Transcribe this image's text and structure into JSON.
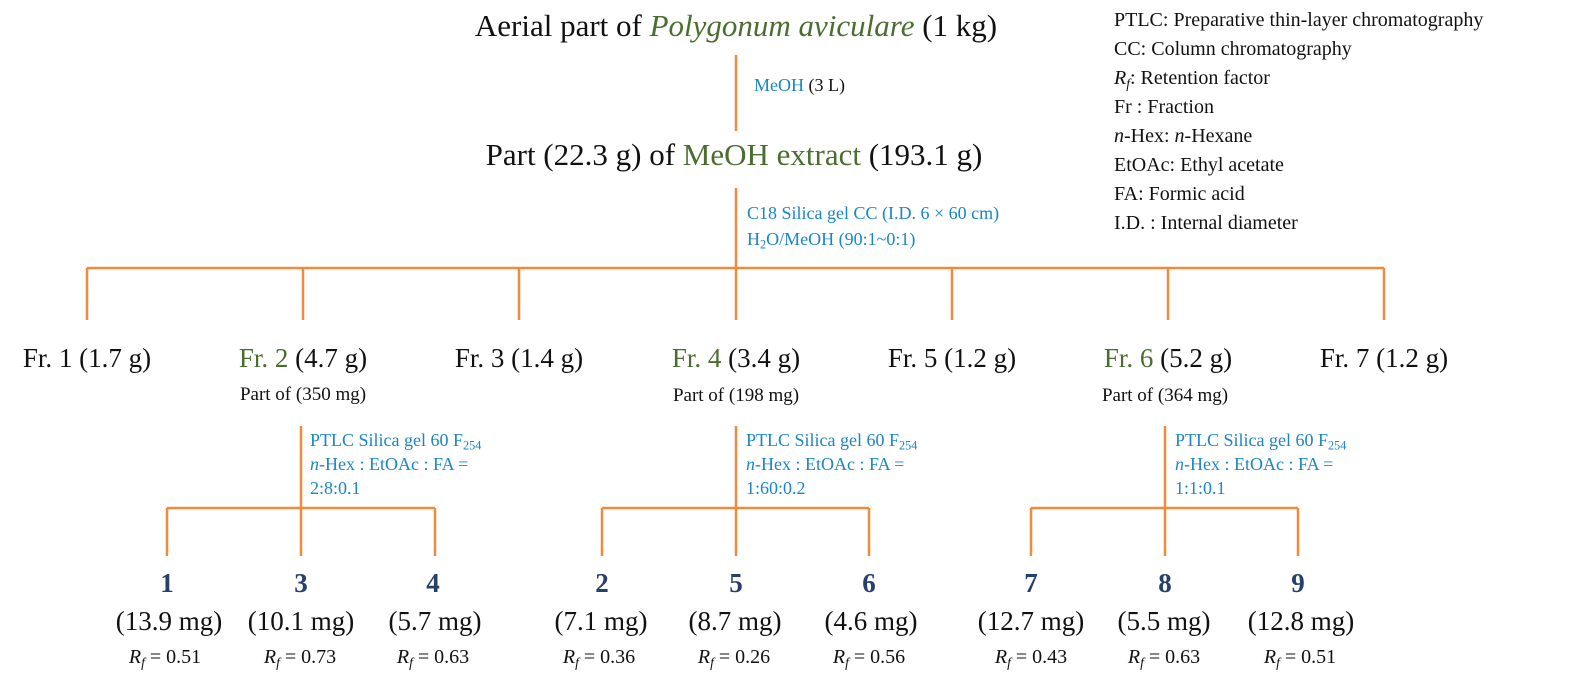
{
  "title": {
    "prefix": "Aerial part of ",
    "species": "Polygonum aviculare",
    "suffix": " (1 kg)"
  },
  "step1": {
    "solvent": "MeOH",
    "amount": " (3 L)"
  },
  "extract": {
    "prefix": "Part (22.3 g) of ",
    "name": "MeOH extract",
    "suffix": " (193.1 g)"
  },
  "step2": {
    "line1": "C18 Silica gel CC (I.D. 6 × 60 cm)",
    "line2_a": "H",
    "line2_sub": "2",
    "line2_b": "O/MeOH (90:1~0:1)"
  },
  "fractions": [
    {
      "label": "Fr. 1",
      "mass": " (1.7 g)",
      "highlight": false,
      "part": ""
    },
    {
      "label": "Fr. 2",
      "mass": " (4.7 g)",
      "highlight": true,
      "part": "Part of (350 mg)"
    },
    {
      "label": "Fr. 3",
      "mass": " (1.4 g)",
      "highlight": false,
      "part": ""
    },
    {
      "label": "Fr. 4",
      "mass": " (3.4 g)",
      "highlight": true,
      "part": "Part of (198 mg)"
    },
    {
      "label": "Fr. 5",
      "mass": " (1.2 g)",
      "highlight": false,
      "part": ""
    },
    {
      "label": "Fr. 6",
      "mass": " (5.2 g)",
      "highlight": true,
      "part": "Part of (364 mg)"
    },
    {
      "label": "Fr. 7",
      "mass": " (1.2 g)",
      "highlight": false,
      "part": ""
    }
  ],
  "ptlc": [
    {
      "line1": "PTLC Silica gel 60 F",
      "line1_sub": "254",
      "hex": "n",
      "line2": "-Hex : EtOAc : FA =",
      "line3": "2:8:0.1"
    },
    {
      "line1": "PTLC Silica gel 60 F",
      "line1_sub": "254",
      "hex": "n",
      "line2": "-Hex : EtOAc : FA =",
      "line3": "1:60:0.2"
    },
    {
      "line1": "PTLC Silica gel 60 F",
      "line1_sub": "254",
      "hex": "n",
      "line2": "-Hex : EtOAc : FA =",
      "line3": "1:1:0.1"
    }
  ],
  "rf_symbol": "R",
  "rf_sub": "f",
  "compounds": [
    {
      "id": "1",
      "mass": "(13.9 mg)",
      "rf": " = 0.51"
    },
    {
      "id": "3",
      "mass": "(10.1 mg)",
      "rf": " = 0.73"
    },
    {
      "id": "4",
      "mass": "(5.7 mg)",
      "rf": " = 0.63"
    },
    {
      "id": "2",
      "mass": "(7.1 mg)",
      "rf": " = 0.36"
    },
    {
      "id": "5",
      "mass": "(8.7 mg)",
      "rf": " = 0.26"
    },
    {
      "id": "6",
      "mass": "(4.6 mg)",
      "rf": " = 0.56"
    },
    {
      "id": "7",
      "mass": "(12.7 mg)",
      "rf": " = 0.43"
    },
    {
      "id": "8",
      "mass": "(5.5 mg)",
      "rf": " = 0.63"
    },
    {
      "id": "9",
      "mass": "(12.8 mg)",
      "rf": " = 0.51"
    }
  ],
  "legend": {
    "ptlc": "PTLC: Preparative thin-layer chromatography",
    "cc": "CC: Column chromatography",
    "rf_r": "R",
    "rf_f": "f",
    "rf_text": ": Retention factor",
    "fr": "Fr : Fraction",
    "nhex_n1": "n",
    "nhex_mid": "-Hex: ",
    "nhex_n2": "n",
    "nhex_end": "-Hexane",
    "etoac": "EtOAc: Ethyl acetate",
    "fa": "FA: Formic acid",
    "id": "I.D. : Internal diameter"
  },
  "colors": {
    "line": "#f08a3c",
    "species": "#4a6e2f",
    "method": "#1a86c8",
    "compound": "#26406d"
  }
}
